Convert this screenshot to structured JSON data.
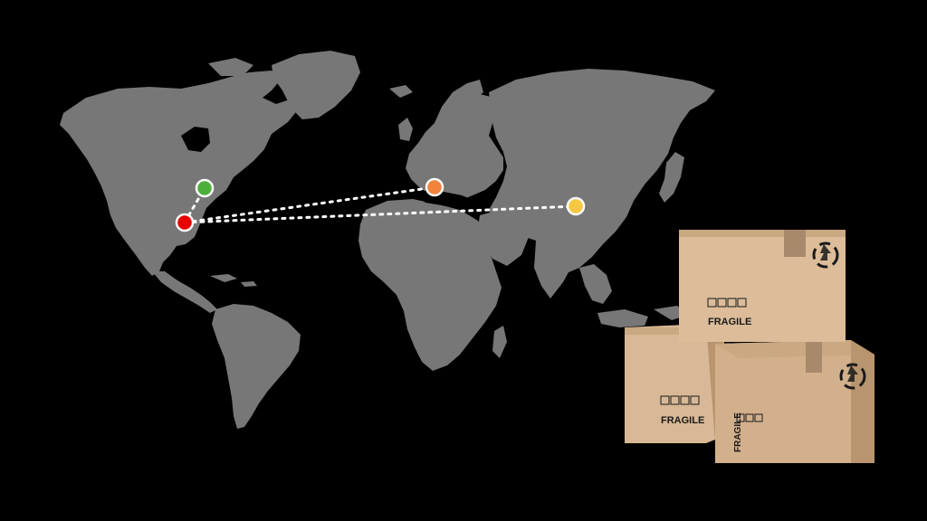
{
  "colors": {
    "background": "#000000",
    "land": "#777777",
    "route_line": "#ffffff",
    "box_front": "#d8b896",
    "box_side": "#b8956f",
    "box_top": "#c9a882",
    "tape": "#a8896c",
    "print": "#1a1a1a"
  },
  "locations": [
    {
      "id": "origin-north-america-west",
      "color": "#e60000"
    },
    {
      "id": "north-america-east",
      "color": "#4caf3c"
    },
    {
      "id": "europe-east",
      "color": "#f0843c"
    },
    {
      "id": "asia-china",
      "color": "#f5c842"
    }
  ],
  "boxes": [
    {
      "id": "top",
      "label": "FRAGILE",
      "icons": [
        "recycle-icon",
        "handling-icons"
      ]
    },
    {
      "id": "bottom-left",
      "label": "FRAGILE",
      "icons": [
        "handling-icons"
      ]
    },
    {
      "id": "bottom-right",
      "label": "FRAGILE",
      "icons": [
        "recycle-icon",
        "handling-icons"
      ]
    }
  ]
}
